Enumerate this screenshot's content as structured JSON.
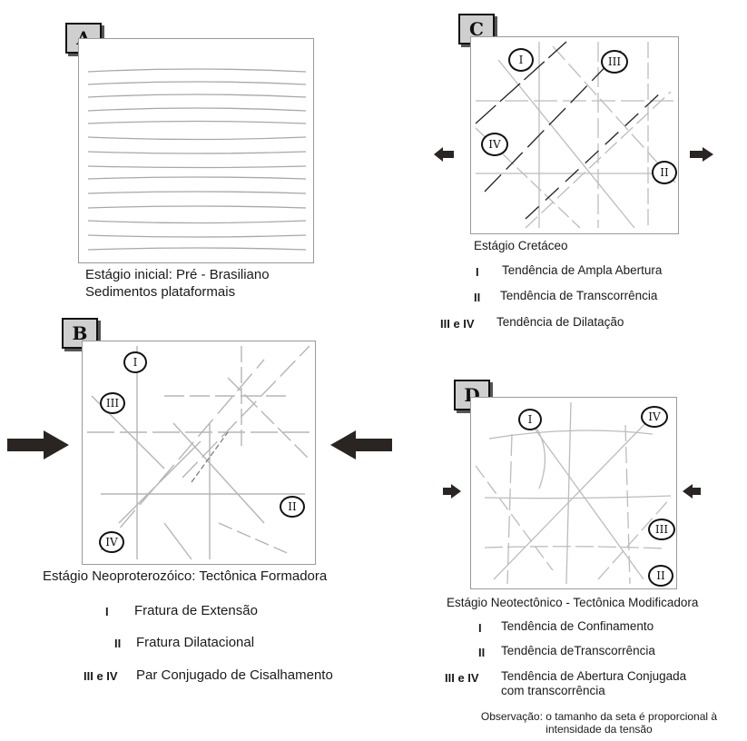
{
  "panel_a": {
    "letter": "A",
    "caption_line1": "Estágio inicial: Pré - Brasiliano",
    "caption_line2": "Sedimentos plataformais"
  },
  "panel_b": {
    "letter": "B",
    "labels": [
      "I",
      "II",
      "III",
      "IV"
    ],
    "caption": "Estágio Neoproterozóico: Tectônica Formadora",
    "legend": [
      {
        "num": "I",
        "text": "Fratura de Extensão"
      },
      {
        "num": "II",
        "text": "Fratura Dilatacional"
      },
      {
        "num": "III e IV",
        "text": "Par Conjugado de Cisalhamento"
      }
    ]
  },
  "panel_c": {
    "letter": "C",
    "labels": [
      "I",
      "II",
      "III",
      "IV"
    ],
    "caption": "Estágio Cretáceo",
    "legend": [
      {
        "num": "I",
        "text": "Tendência de Ampla Abertura"
      },
      {
        "num": "II",
        "text": "Tendência de Transcorrência"
      },
      {
        "num": "III e IV",
        "text": "Tendência de Dilatação"
      }
    ]
  },
  "panel_d": {
    "letter": "D",
    "labels": [
      "I",
      "II",
      "III",
      "IV"
    ],
    "caption": "Estágio Neotectônico - Tectônica Modificadora",
    "legend": [
      {
        "num": "I",
        "text": "Tendência de Confinamento"
      },
      {
        "num": "II",
        "text": "Tendência deTranscorrência"
      },
      {
        "num": "III e IV",
        "text": "Tendência de Abertura Conjugada"
      }
    ],
    "legend_extra": "com transcorrência"
  },
  "note": {
    "line1": "Observação: o tamanho da seta é proporcional à",
    "line2": "intensidade da tensão"
  },
  "colors": {
    "frame": "#9a9a9a",
    "line": "#b8b8b8",
    "dark": "#1a1a1a",
    "badge": "#cfcfcf"
  }
}
